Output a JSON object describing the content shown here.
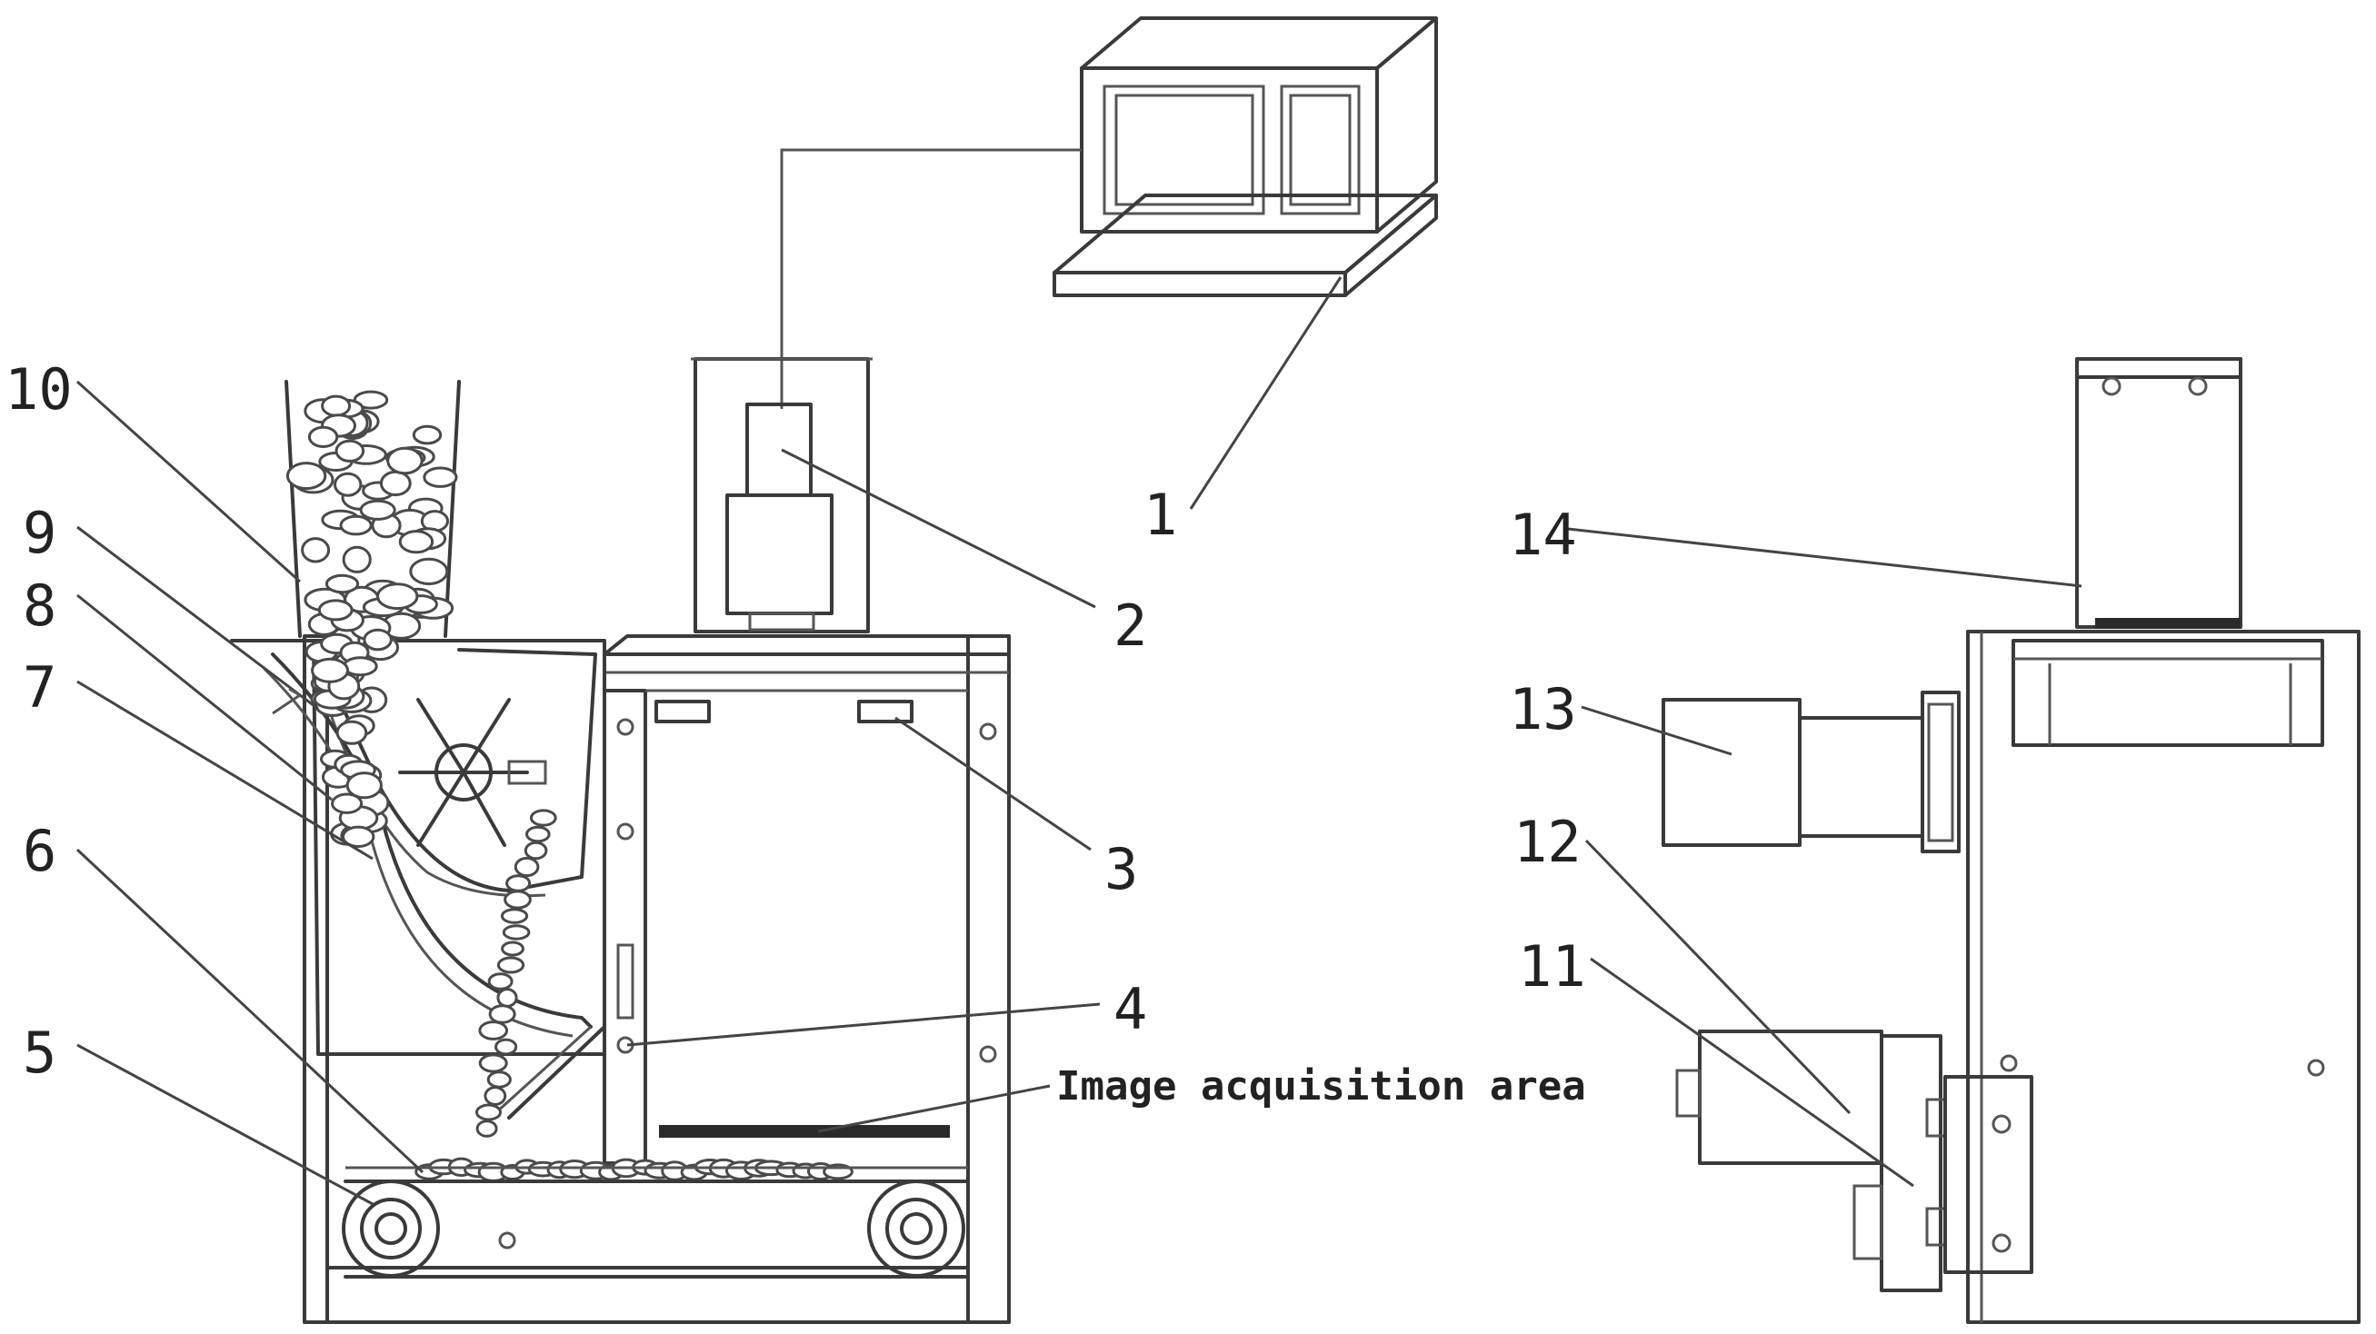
{
  "labels": {
    "n1": "1",
    "n2": "2",
    "n3": "3",
    "n4": "4",
    "n5": "5",
    "n6": "6",
    "n7": "7",
    "n8": "8",
    "n9": "9",
    "n10": "10",
    "n11": "11",
    "n12": "12",
    "n13": "13",
    "n14": "14",
    "image_area": "Image acquisition area"
  }
}
